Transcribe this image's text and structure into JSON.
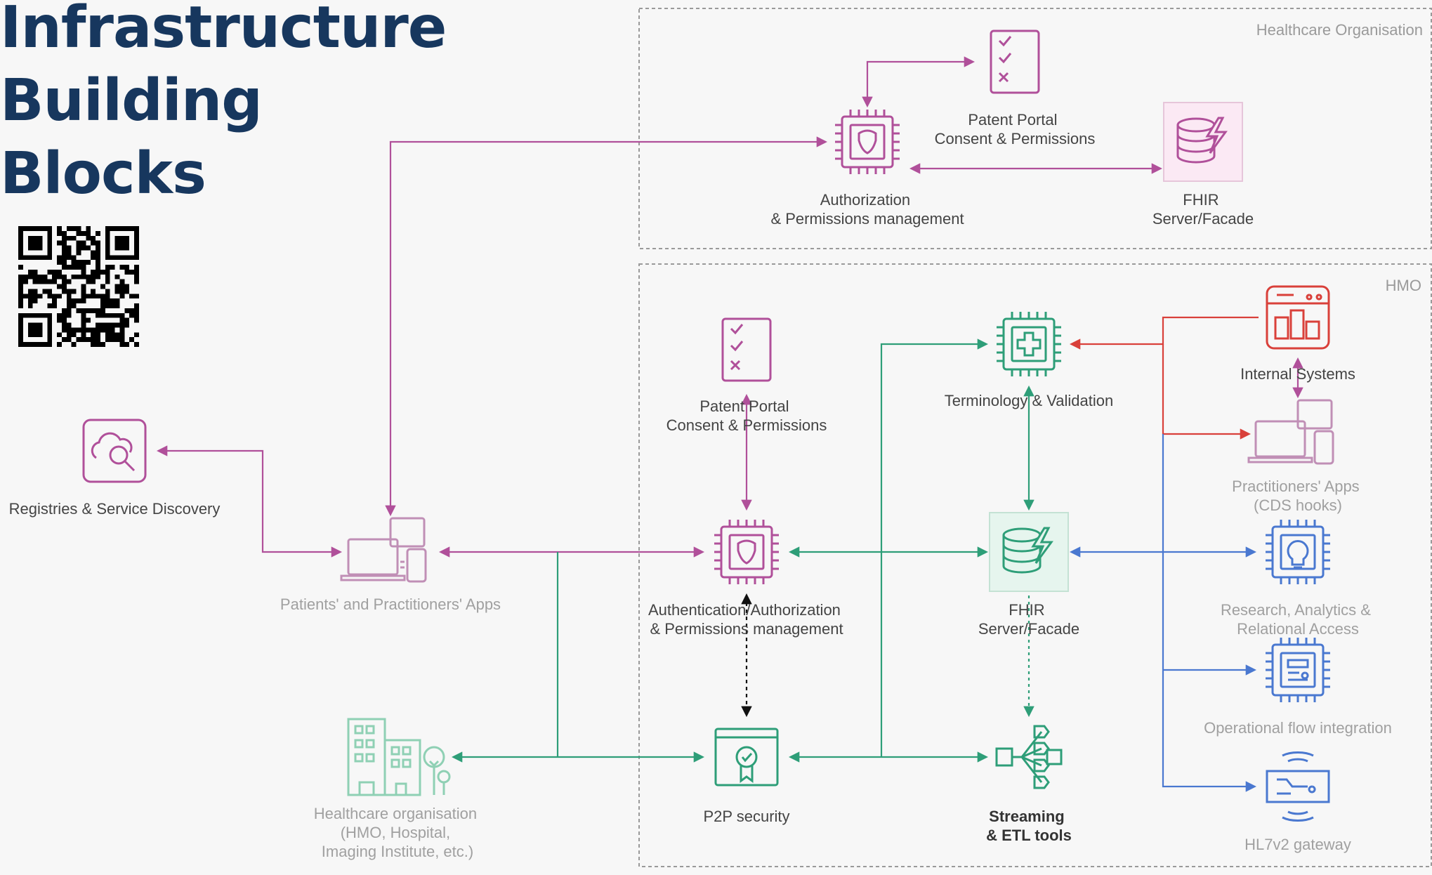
{
  "title_lines": [
    "Infrastructure",
    "Building",
    "Blocks"
  ],
  "groups": {
    "healthcare_org": "Healthcare Organisation",
    "hmo": "HMO"
  },
  "nodes": {
    "auth_top": [
      "Authorization",
      "& Permissions management"
    ],
    "portal_top": [
      "Patent Portal",
      "Consent & Permissions"
    ],
    "fhir_top": [
      "FHIR",
      "Server/Facade"
    ],
    "registries": [
      "Registries & Service Discovery"
    ],
    "patient_apps": [
      "Patients' and Practitioners' Apps"
    ],
    "portal_hmo": [
      "Patent Portal",
      "Consent & Permissions"
    ],
    "auth_hmo": [
      "Authentication/Authorization",
      "& Permissions management"
    ],
    "terminology": [
      "Terminology & Validation"
    ],
    "fhir_hmo": [
      "FHIR",
      "Server/Facade"
    ],
    "internal": [
      "Internal Systems"
    ],
    "pract_apps": [
      "Practitioners' Apps",
      "(CDS hooks)"
    ],
    "research": [
      "Research, Analytics &",
      "Relational Access"
    ],
    "operational": [
      "Operational flow integration"
    ],
    "hl7": [
      "HL7v2 gateway"
    ],
    "p2p": [
      "P2P security"
    ],
    "streaming": [
      "Streaming",
      "& ETL tools"
    ],
    "healthcare_entity": [
      "Healthcare organisation",
      "(HMO, Hospital,",
      "Imaging Institute, etc.)"
    ]
  },
  "colors": {
    "title": "#17375e",
    "purple": "#b0509a",
    "green": "#2e9e78",
    "red": "#d9403a",
    "blue": "#4a78d0",
    "gray": "#9a9a9a",
    "dark_label": "#444444",
    "light_label": "#a0a0a0"
  }
}
